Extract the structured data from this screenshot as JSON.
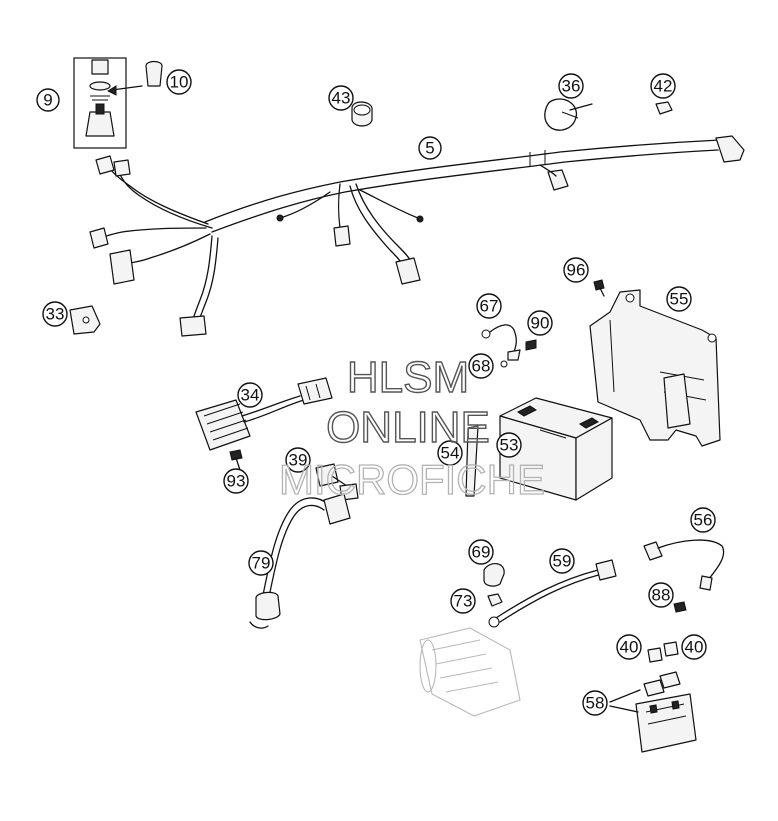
{
  "watermark": {
    "line1": "HLSM",
    "line2": "ONLINE",
    "line3": "MICROFICHE"
  },
  "callouts": {
    "c5": "5",
    "c9": "9",
    "c10": "10",
    "c33": "33",
    "c34": "34",
    "c36": "36",
    "c39": "39",
    "c40a": "40",
    "c40b": "40",
    "c42": "42",
    "c43": "43",
    "c53": "53",
    "c54": "54",
    "c55": "55",
    "c56": "56",
    "c58": "58",
    "c59": "59",
    "c67": "67",
    "c68": "68",
    "c69": "69",
    "c73": "73",
    "c79": "79",
    "c88": "88",
    "c90": "90",
    "c93": "93",
    "c96": "96"
  }
}
